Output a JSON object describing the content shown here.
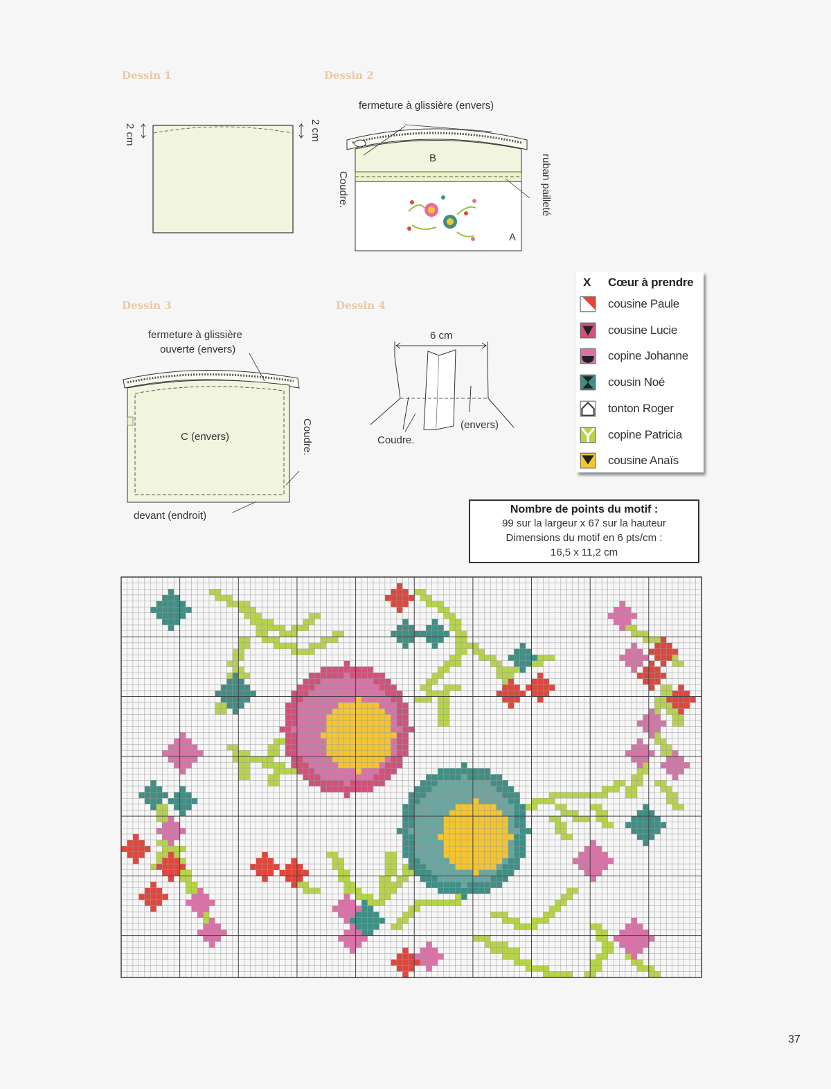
{
  "titles": {
    "dessin1": "Dessin 1",
    "dessin2": "Dessin 2",
    "dessin3": "Dessin 3",
    "dessin4": "Dessin 4"
  },
  "dessin1": {
    "left_dim": "2 cm",
    "right_dim": "2 cm"
  },
  "dessin2": {
    "zip_label": "fermeture à glissière (envers)",
    "sew_label": "Coudre.",
    "ribbon_label": "ruban pailleté",
    "piece_b": "B",
    "piece_a": "A"
  },
  "dessin3": {
    "zip_label_line1": "fermeture à glissière",
    "zip_label_line2": "ouverte (envers)",
    "piece_c": "C (envers)",
    "sew_label": "Coudre.",
    "front_label": "devant (endroit)"
  },
  "dessin4": {
    "dim": "6 cm",
    "sew_label": "Coudre.",
    "back_label": "(envers)"
  },
  "legend": {
    "symbol_header": "X",
    "title": "Cœur à prendre",
    "items": [
      {
        "name": "cousine Paule",
        "color": "#e0463c",
        "shape": "tri-br"
      },
      {
        "name": "cousine Lucie",
        "color": "#d4507a",
        "shape": "tri-down-dark"
      },
      {
        "name": "copine Johanne",
        "color": "#d773a6",
        "shape": "half-bottom"
      },
      {
        "name": "cousin Noé",
        "color": "#3f8f86",
        "shape": "hourglass"
      },
      {
        "name": "tonton Roger",
        "color": "#ffffff",
        "shape": "house"
      },
      {
        "name": "copine Patricia",
        "color": "#b6d34a",
        "shape": "y-shape"
      },
      {
        "name": "cousine Anaïs",
        "color": "#f3c531",
        "shape": "tri-down"
      }
    ]
  },
  "info": {
    "title": "Nombre de points du motif :",
    "line1": "99 sur la largeur x 67 sur la hauteur",
    "line2": "Dimensions du motif en 6 pts/cm :",
    "line3": "16,5 x 11,2 cm"
  },
  "chart_grid": {
    "columns": 99,
    "rows": 67
  },
  "page_number": "37"
}
